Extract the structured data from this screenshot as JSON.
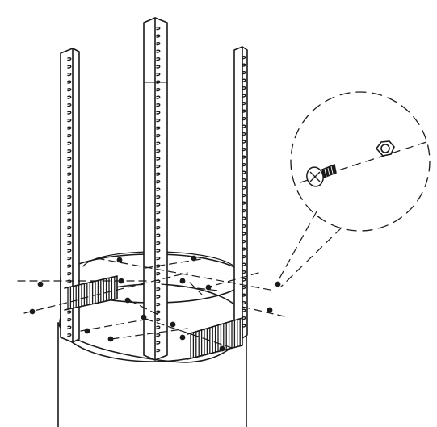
{
  "figure": {
    "kind": "exploded assembly drawing",
    "colors": {
      "line": "#1a1a1a",
      "background": "#ffffff"
    },
    "uprights": {
      "count": 3
    },
    "detail_callout": {
      "contents": [
        "screw",
        "hex-nut"
      ]
    },
    "fasteners": {
      "count": 16
    }
  }
}
